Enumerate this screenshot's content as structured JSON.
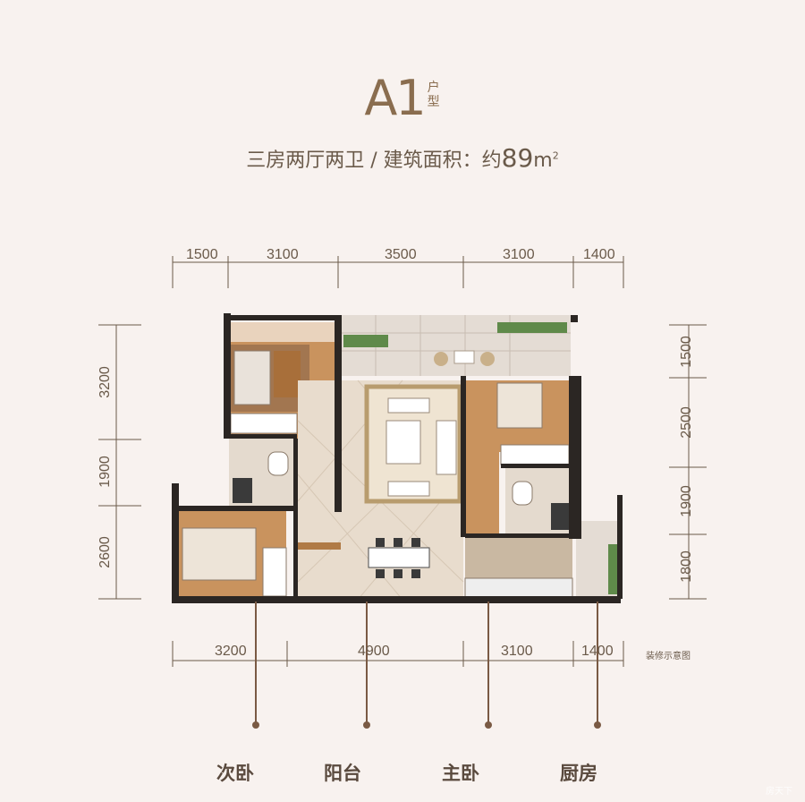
{
  "title": {
    "big": "A1",
    "small_1": "户",
    "small_2": "型"
  },
  "subtitle": {
    "text": "三房两厅两卫 / 建筑面积：约",
    "area_num": "89",
    "area_unit": "m",
    "area_sup": "2"
  },
  "top_dims": [
    "1500",
    "3100",
    "3500",
    "3100",
    "1400"
  ],
  "bottom_dims": [
    "3200",
    "4900",
    "3100",
    "1400"
  ],
  "left_dims": [
    "3200",
    "1900",
    "2600"
  ],
  "right_dims": [
    "1500",
    "2500",
    "1900",
    "1800"
  ],
  "note": "装修示意图",
  "room_labels": [
    "次卧",
    "阳台",
    "主卧",
    "厨房"
  ],
  "watermark": "房天下",
  "colors": {
    "background": "#f8f2ef",
    "wood": "#c9935e",
    "tile": "#e8dccd",
    "wall": "#2b2623",
    "accent": "#8a6d4f"
  }
}
